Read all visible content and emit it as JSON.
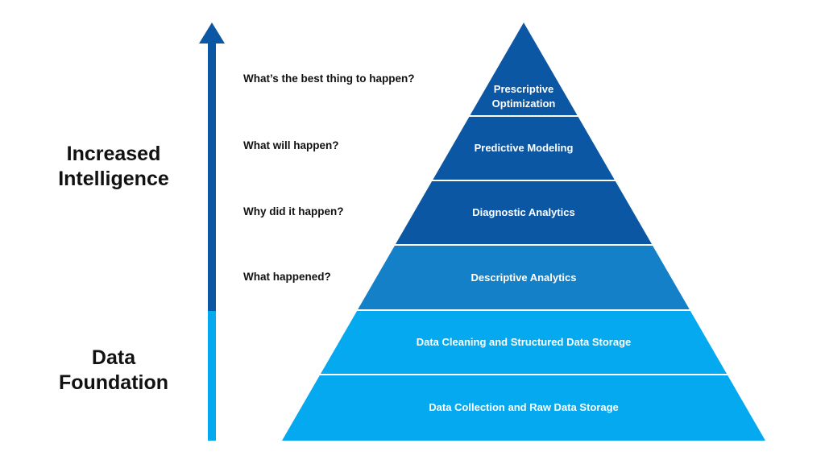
{
  "side_labels": {
    "top": [
      "Increased",
      "Intelligence"
    ],
    "bottom": [
      "Data",
      "Foundation"
    ]
  },
  "questions": [
    "What’s the best thing to happen?",
    "What will happen?",
    "Why did it happen?",
    "What happened?"
  ],
  "layers": [
    {
      "lines": [
        "Prescriptive",
        "Optimization"
      ],
      "color": "#0b57a4"
    },
    {
      "lines": [
        "Predictive Modeling"
      ],
      "color": "#0b57a4"
    },
    {
      "lines": [
        "Diagnostic Analytics"
      ],
      "color": "#0b57a4"
    },
    {
      "lines": [
        "Descriptive Analytics"
      ],
      "color": "#1480c8"
    },
    {
      "lines": [
        "Data Cleaning and Structured Data Storage"
      ],
      "color": "#04a9ef"
    },
    {
      "lines": [
        "Data Collection and Raw Data Storage"
      ],
      "color": "#04a9ef"
    }
  ],
  "arrow": {
    "upper_color": "#0b57a4",
    "lower_color": "#04a9ef"
  }
}
